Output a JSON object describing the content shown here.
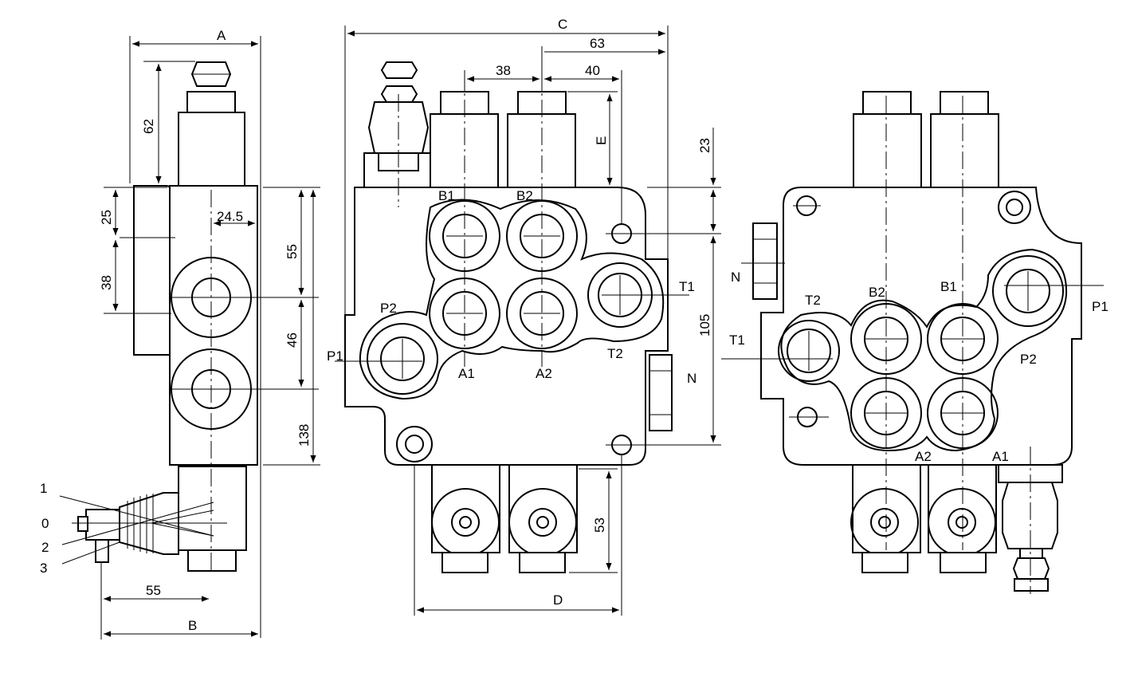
{
  "dimensions": {
    "A": "A",
    "B": "B",
    "C": "C",
    "D": "D",
    "E": "E",
    "d62": "62",
    "d25": "25",
    "d38_side": "38",
    "d24_5": "24.5",
    "d55_side": "55",
    "d46": "46",
    "d138": "138",
    "d55_bottom": "55",
    "d38_top": "38",
    "d63": "63",
    "d40": "40",
    "d23": "23",
    "d105": "105",
    "d53": "53"
  },
  "lever_positions": [
    "1",
    "0",
    "2",
    "3"
  ],
  "ports_front": {
    "B1": "B1",
    "B2": "B2",
    "P2": "P2",
    "P1": "P1",
    "A1": "A1",
    "A2": "A2",
    "T1": "T1",
    "T2": "T2",
    "N": "N"
  },
  "ports_rear": {
    "T2": "T2",
    "B2": "B2",
    "B1": "B1",
    "P1": "P1",
    "P2": "P2",
    "T1": "T1",
    "A2": "A2",
    "A1": "A1",
    "N": "N"
  }
}
